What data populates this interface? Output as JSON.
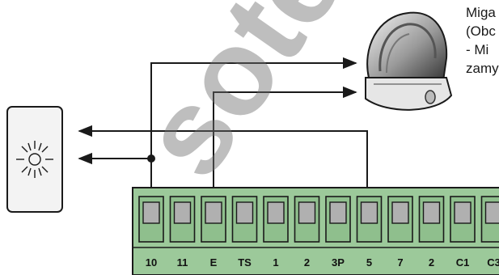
{
  "caption": {
    "lines": [
      "Miga",
      "(Obc",
      "- Mi",
      "zamy"
    ]
  },
  "terminals": [
    "10",
    "11",
    "E",
    "TS",
    "1",
    "2",
    "3P",
    "5",
    "7",
    "2",
    "C1",
    "C3"
  ],
  "watermark": "sotec",
  "colors": {
    "terminal_block": "#9cc99a",
    "line": "#1a1a1a",
    "watermark": "#6e6e6e"
  },
  "icons": {
    "light": "sun-bulb-icon",
    "device": "flashing-lamp-icon"
  }
}
